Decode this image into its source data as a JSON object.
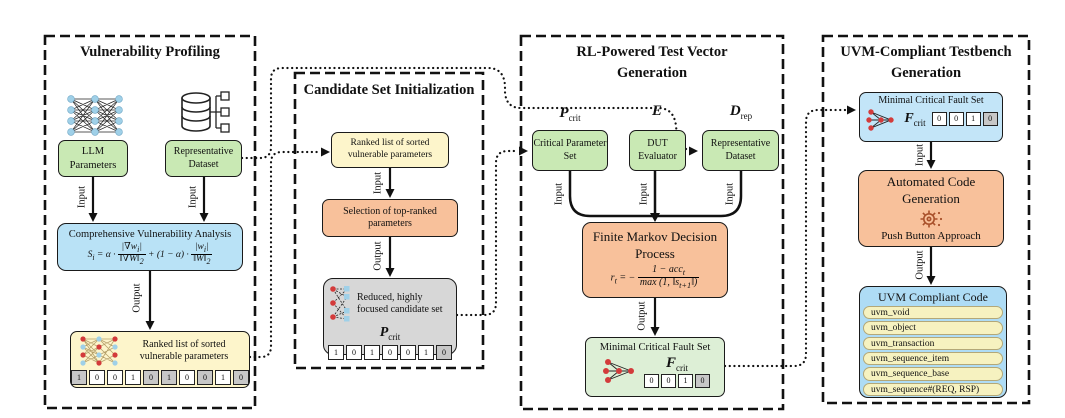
{
  "labels": {
    "input": "Input",
    "output": "Output"
  },
  "palette": {
    "green_box": "#c9e9b4",
    "yellow_box": "#fdf5cb",
    "blue_box": "#b9e2f6",
    "orange_box": "#f8c19b",
    "gray_box": "#d7d7d7",
    "pale_green_box": "#ddefd6",
    "light_blue_box": "#c3e5f8",
    "uvm_code_box": "#aedcf5",
    "pill": "#f6f2c0",
    "node_red": "#d33b3b",
    "node_blue": "#9fd0e8",
    "line_black": "#111111"
  },
  "panels": {
    "p1": {
      "title": "Vulnerability Profiling",
      "llm_box": "LLM Parameters",
      "dataset_box": "Representative Dataset",
      "analysis": {
        "title": "Comprehensive Vulnerability Analysis",
        "formula": {
          "lhs": "S",
          "lhs_sub": "i",
          "eq": " = α · ",
          "f1_num": "|∇w",
          "f1_num_sub": "i",
          "f1_num_end": "|",
          "f1_den": "‖∇W‖",
          "f1_den_sub": "2",
          "op": " + (1 − α) · ",
          "f2_num": "|w",
          "f2_num_sub": "i",
          "f2_num_end": "|",
          "f2_den": "‖W‖",
          "f2_den_sub": "2"
        }
      },
      "ranked_box": {
        "label": "Ranked list of sorted vulnerable parameters",
        "bits": [
          "1",
          "0",
          "0",
          "1",
          "0",
          "1",
          "0",
          "0",
          "1",
          "0"
        ],
        "bits_shaded_indices": [
          0,
          4,
          5,
          7,
          9
        ]
      }
    },
    "p2": {
      "title": "Candidate Set Initialization",
      "ranked_box": "Ranked list of sorted vulnerable parameters",
      "selection_box": "Selection of top-ranked parameters",
      "reduced_box": {
        "label": "Reduced, highly focused candidate set",
        "symbol": "P",
        "symbol_sub": "crit",
        "bits": [
          "1",
          "0",
          "1",
          "0",
          "0",
          "1",
          "0"
        ],
        "bits_shaded_indices": [
          6
        ]
      }
    },
    "p3": {
      "title": "RL-Powered Test Vector Generation",
      "pcrit": {
        "symbol": "P",
        "sub": "crit",
        "box": "Critical Parameter Set"
      },
      "evaluator": {
        "symbol": "E",
        "sub": "",
        "box": "DUT Evaluator"
      },
      "drep": {
        "symbol": "D",
        "sub": "rep",
        "box": "Representative Dataset"
      },
      "fmdp": {
        "title": "Finite Markov Decision Process",
        "formula": {
          "lhs": "r",
          "lhs_sub": "t",
          "eq": " = − ",
          "num": "1 − acc",
          "num_sub": "t",
          "den": "max (1, ‖s",
          "den_sub": "t+1",
          "den_end": "‖)"
        }
      },
      "fault_box": {
        "label": "Minimal Critical Fault Set",
        "symbol": "F",
        "sub": "crit",
        "bits": [
          "0",
          "0",
          "1",
          "0"
        ],
        "bits_shaded_indices": [
          3
        ]
      }
    },
    "p4": {
      "title": "UVM-Compliant Testbench Generation",
      "fault_box": {
        "label": "Minimal Critical Fault Set",
        "symbol": "F",
        "sub": "crit",
        "bits": [
          "0",
          "0",
          "1",
          "0"
        ],
        "bits_shaded_indices": [
          3
        ]
      },
      "codegen": {
        "title": "Automated Code Generation",
        "subtitle": "Push Button Approach"
      },
      "uvm_box": {
        "title": "UVM Compliant Code",
        "items": [
          "uvm_void",
          "uvm_object",
          "uvm_transaction",
          "uvm_sequence_item",
          "uvm_sequence_base",
          "uvm_sequence#(REQ, RSP)"
        ]
      }
    }
  }
}
